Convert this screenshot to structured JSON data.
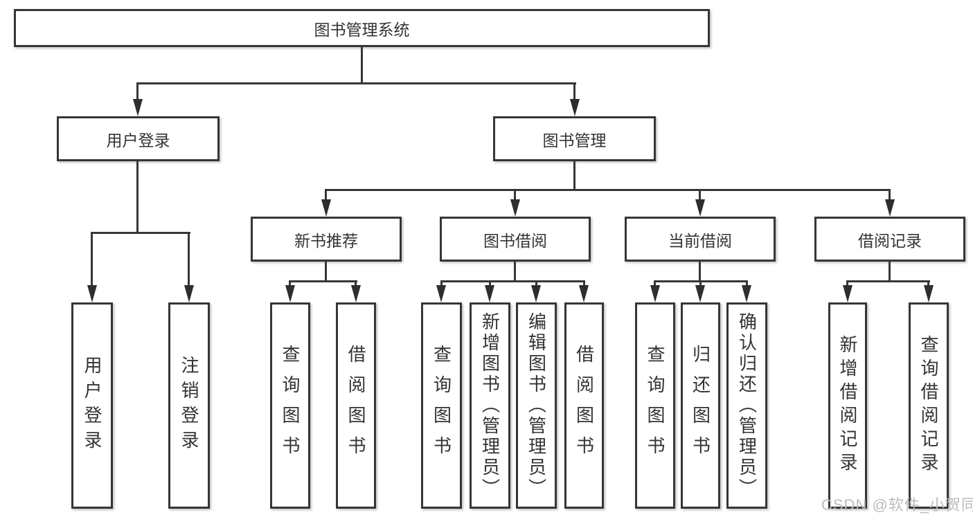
{
  "tree": {
    "label": "图书管理系统",
    "children": [
      {
        "label": "用户登录",
        "children": [
          {
            "label": "用户登录"
          },
          {
            "label": "注销登录"
          }
        ]
      },
      {
        "label": "图书管理",
        "children": [
          {
            "label": "新书推荐",
            "children": [
              {
                "label": "查询图书"
              },
              {
                "label": "借阅图书"
              }
            ]
          },
          {
            "label": "图书借阅",
            "children": [
              {
                "label": "查询图书"
              },
              {
                "label": "新增图书（管理员）"
              },
              {
                "label": "编辑图书（管理员）"
              },
              {
                "label": "借阅图书"
              }
            ]
          },
          {
            "label": "当前借阅",
            "children": [
              {
                "label": "查询图书"
              },
              {
                "label": "归还图书"
              },
              {
                "label": "确认归还（管理员）"
              }
            ]
          },
          {
            "label": "借阅记录",
            "children": [
              {
                "label": "新增借阅记录"
              },
              {
                "label": "查询借阅记录"
              }
            ]
          }
        ]
      }
    ]
  },
  "watermark": {
    "text": "CSDN @软件_小贺同学"
  },
  "colors": {
    "line": "#363636",
    "text": "#333333",
    "box_fill": "#ffffff",
    "background": "#ffffff",
    "watermark": "#bcbcbc"
  }
}
